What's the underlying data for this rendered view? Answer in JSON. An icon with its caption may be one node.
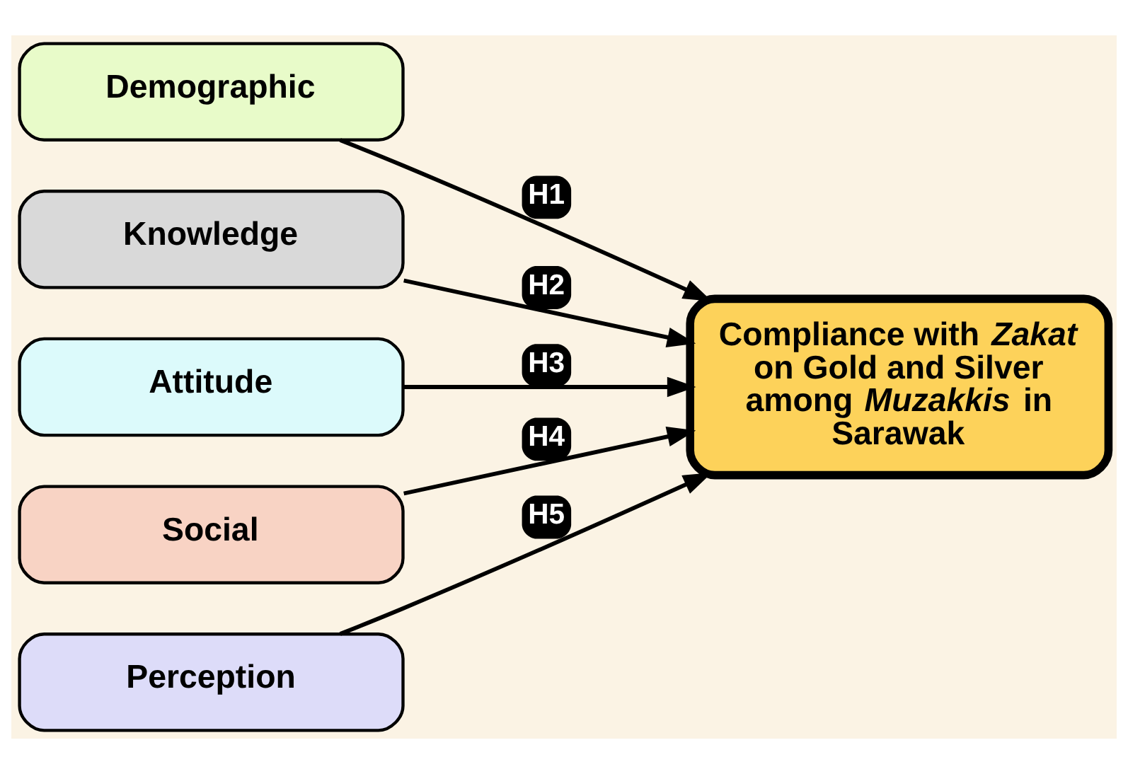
{
  "diagram": {
    "nodes": [
      {
        "text": [
          "Demographic"
        ]
      },
      {
        "text": [
          "Knowledge"
        ]
      },
      {
        "text": [
          "Attitude"
        ]
      },
      {
        "text": [
          "Social"
        ]
      },
      {
        "text": [
          "Perception"
        ]
      },
      {
        "text": [
          "Compliance with *Zakat* on Gold and Silver among *Muzakkis* in Sarawak"
        ]
      }
    ],
    "edges": [
      {
        "from": 0,
        "to": 5,
        "arrow": "to",
        "label": "H1"
      },
      {
        "from": 1,
        "to": 5,
        "arrow": "to",
        "label": "H2"
      },
      {
        "from": 2,
        "to": 5,
        "arrow": "to",
        "label": "H3"
      },
      {
        "from": 3,
        "to": 5,
        "arrow": "to",
        "label": "H4"
      },
      {
        "from": 4,
        "to": 5,
        "arrow": "to",
        "label": "H5"
      }
    ]
  }
}
